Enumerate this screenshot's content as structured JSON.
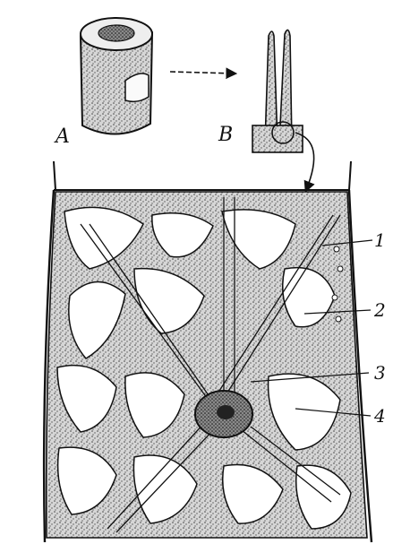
{
  "figure": {
    "panel_labels": {
      "a": "A",
      "b": "B"
    },
    "callouts": [
      "1",
      "2",
      "3",
      "4"
    ]
  }
}
